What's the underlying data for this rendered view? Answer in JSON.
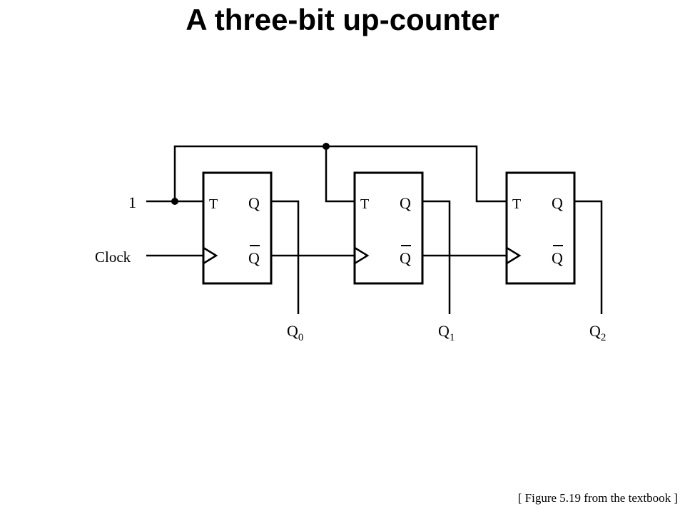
{
  "title": "A three-bit up-counter",
  "caption": "[ Figure 5.19 from the textbook ]",
  "inputs": {
    "constant": "1",
    "clock": "Clock"
  },
  "flipflops": [
    {
      "t": "T",
      "q": "Q",
      "qbar": "Q"
    },
    {
      "t": "T",
      "q": "Q",
      "qbar": "Q"
    },
    {
      "t": "T",
      "q": "Q",
      "qbar": "Q"
    }
  ],
  "outputs": [
    {
      "name": "Q",
      "sub": "0"
    },
    {
      "name": "Q",
      "sub": "1"
    },
    {
      "name": "Q",
      "sub": "2"
    }
  ]
}
